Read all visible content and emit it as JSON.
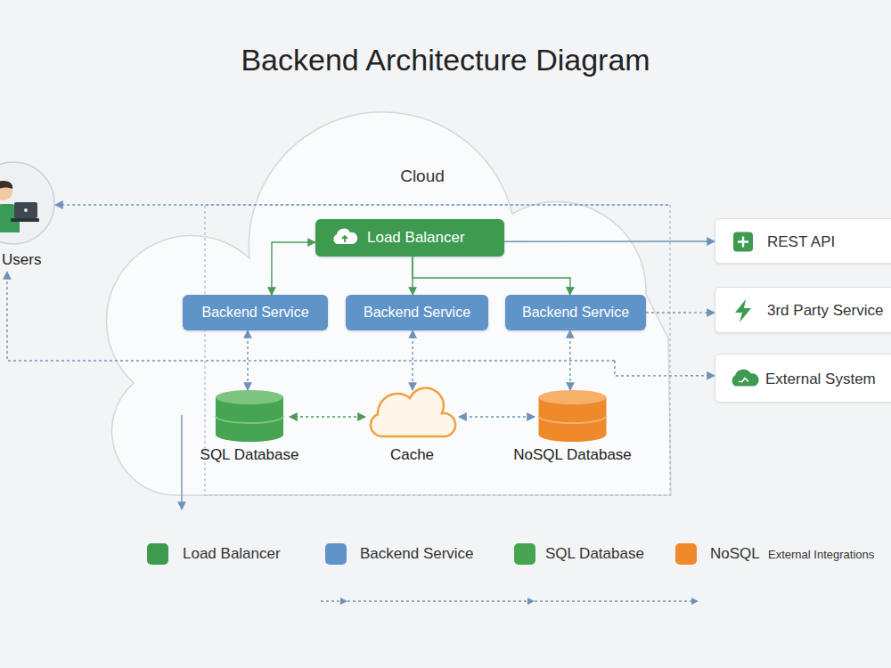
{
  "diagram": {
    "title": "Backend Architecture Diagram",
    "nodes": [
      {
        "text": [
          "Users"
        ]
      },
      {
        "text": [
          "Cloud"
        ]
      },
      {
        "text": [
          "Load Balancer"
        ],
        "in": 1
      },
      {
        "text": [
          "Backend Service"
        ],
        "in": 1
      },
      {
        "text": [
          "Backend Service"
        ],
        "in": 1
      },
      {
        "text": [
          "Backend Service"
        ],
        "in": 1
      },
      {
        "text": [
          "SQL Database"
        ],
        "in": 1
      },
      {
        "text": [
          "Cache"
        ],
        "in": 1
      },
      {
        "text": [
          "NoSQL Database"
        ],
        "in": 1
      },
      {
        "text": [
          "REST API"
        ]
      },
      {
        "text": [
          "3rd Party Service"
        ]
      },
      {
        "text": [
          "External System"
        ]
      }
    ],
    "edges": [
      {
        "from": 1,
        "to": 0,
        "arrow": "to"
      },
      {
        "from": 2,
        "to": 3,
        "arrow": "both"
      },
      {
        "from": 2,
        "to": 4,
        "arrow": "to"
      },
      {
        "from": 2,
        "to": 5,
        "arrow": "to"
      },
      {
        "from": 2,
        "to": 9,
        "arrow": "to"
      },
      {
        "from": 5,
        "to": 10,
        "arrow": "to"
      },
      {
        "from": 3,
        "to": 6,
        "arrow": "both"
      },
      {
        "from": 4,
        "to": 7,
        "arrow": "both"
      },
      {
        "from": 5,
        "to": 8,
        "arrow": "both"
      },
      {
        "from": 6,
        "to": 7,
        "arrow": "both"
      },
      {
        "from": 7,
        "to": 8,
        "arrow": "both"
      },
      {
        "from": 1,
        "to": 11,
        "arrow": "to"
      },
      {
        "from": 1,
        "to": 0,
        "arrow": "to"
      }
    ],
    "legend": [
      {
        "text": "Load Balancer",
        "color": "#3d9a4e"
      },
      {
        "text": "Backend Service",
        "color": "#5f94c8"
      },
      {
        "text": "SQL Database",
        "color": "#45a552"
      },
      {
        "text": "NoSQL",
        "color": "#ef8a2a"
      },
      {
        "text": "External Integrations"
      }
    ]
  }
}
